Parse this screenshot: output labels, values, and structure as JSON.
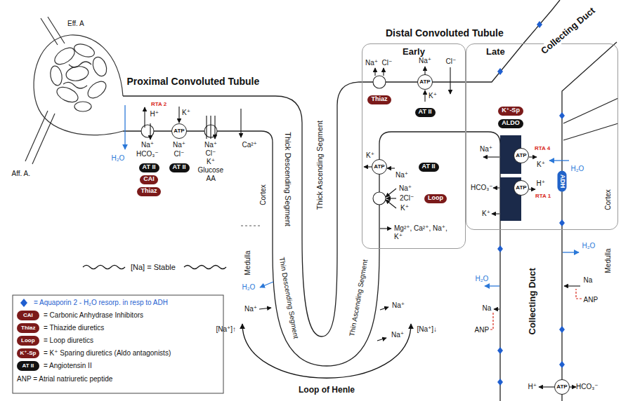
{
  "diagram": {
    "nodes": [
      {
        "text": [
          "ATP"
        ]
      },
      {
        "text": [
          "AT II"
        ]
      },
      {
        "text": [
          "CAI"
        ]
      },
      {
        "text": [
          "Thiaz"
        ]
      },
      {
        "text": [
          "AT II"
        ]
      },
      {
        "text": [
          "Early"
        ]
      },
      {
        "text": [
          "ATP"
        ],
        "in": 5
      },
      {
        "text": [
          "Thiaz"
        ],
        "in": 5
      },
      {
        "text": [
          "AT II"
        ],
        "in": 5
      },
      {
        "text": [
          "ATP"
        ],
        "in": 5
      },
      {
        "text": [
          "AT II"
        ],
        "in": 5
      },
      {
        "text": [
          "Loop"
        ],
        "in": 5
      },
      {
        "text": [
          "Late"
        ]
      },
      {
        "text": [
          "K⁺-Sp"
        ],
        "in": 12
      },
      {
        "text": [
          "ALDO"
        ],
        "in": 12
      },
      {
        "text": [
          "ATP"
        ],
        "in": 12
      },
      {
        "text": [
          "ADH"
        ],
        "in": 12
      },
      {
        "text": [
          "ATP"
        ],
        "in": 12
      },
      {
        "text": [
          "ATP"
        ]
      }
    ],
    "labels": [
      "Eff. A",
      "Aff. A.",
      "Proximal Convoluted Tubule",
      "RTA 2",
      "H⁺",
      "K⁺",
      "H₂O",
      "Na⁺",
      "HCO₃⁻",
      "Na⁺",
      "Cl⁻",
      "Na⁺",
      "Cl⁻",
      "K⁺",
      "Glucose",
      "AA",
      "Ca²⁺",
      "Cortex",
      "Medulla",
      "Thick Descending Segment",
      "Thick Ascending Segment",
      "Thin Descending Segment",
      "Thin Ascending Segment",
      "H₂O",
      "Na⁺",
      "Na⁺",
      "Na⁺",
      "[Na⁺]↑",
      "[Na⁺]↓",
      "Loop of Henle",
      "[Na] = Stable",
      "Distal Convoluted Tubule",
      "Na⁺",
      "Cl⁻",
      "Na⁺",
      "K⁺",
      "Cl⁻",
      "K⁺",
      "Na⁺",
      "Na⁺",
      "2Cl⁻",
      "K⁺",
      "Mg²⁺, Ca²⁺, Na⁺, K⁺",
      "Collecting Duct",
      "Na⁺",
      "RTA 4",
      "K⁺",
      "H₂O",
      "HCO₃⁻",
      "H⁺",
      "RTA 1",
      "K⁺",
      "Cortex",
      "Medulla",
      "H₂O",
      "H₂O",
      "Na",
      "ANP",
      "Na",
      "ANP",
      "Collecting Duct",
      "H⁺",
      "HCO₃⁻",
      "CAI",
      "Thiaz",
      "Loop",
      "K⁺-Sp",
      "AT II"
    ],
    "legend": [
      {
        "text": "= Aquaporin 2 - H₂O resorp. in resp to ADH"
      },
      {
        "text": "= Carbonic Anhydrase Inhibitors",
        "color": "#7b1a1a"
      },
      {
        "text": "= Thiazide diuretics",
        "color": "#7b1a1a"
      },
      {
        "text": "= Loop diuretics",
        "color": "#7b1a1a"
      },
      {
        "text": "= K⁺ Sparing diuretics (Aldo antagonists)",
        "color": "#7b1a1a"
      },
      {
        "text": "= Angiotensin II",
        "color": "#111111"
      },
      {
        "text": "ANP = Atrial natriuretic peptide"
      }
    ]
  }
}
